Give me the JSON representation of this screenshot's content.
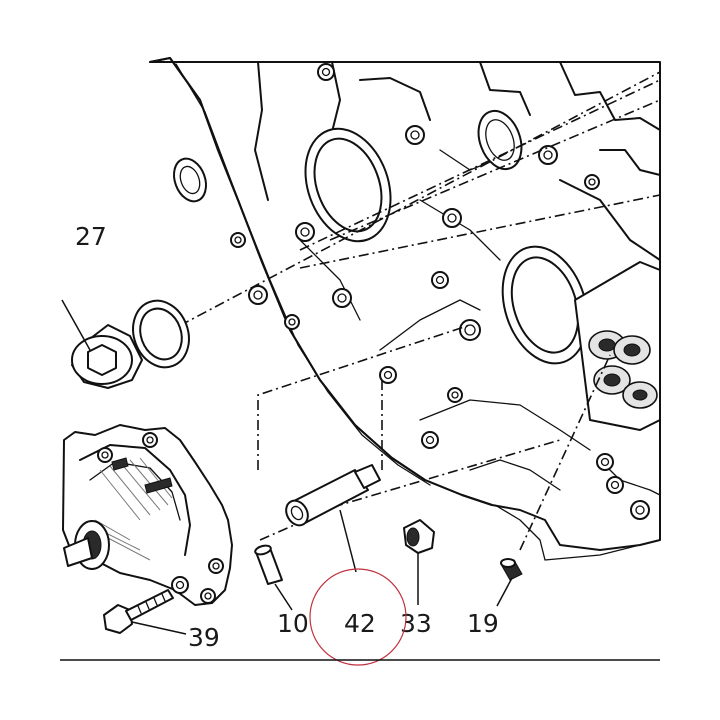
{
  "diagram": {
    "callouts": [
      {
        "id": "27",
        "text": "27"
      },
      {
        "id": "39",
        "text": "39"
      },
      {
        "id": "10",
        "text": "10"
      },
      {
        "id": "42",
        "text": "42"
      },
      {
        "id": "33",
        "text": "33"
      },
      {
        "id": "19",
        "text": "19"
      }
    ]
  },
  "colors": {
    "ink": "#111111",
    "background": "#ffffff",
    "annotation_circle": "#c0313f"
  }
}
